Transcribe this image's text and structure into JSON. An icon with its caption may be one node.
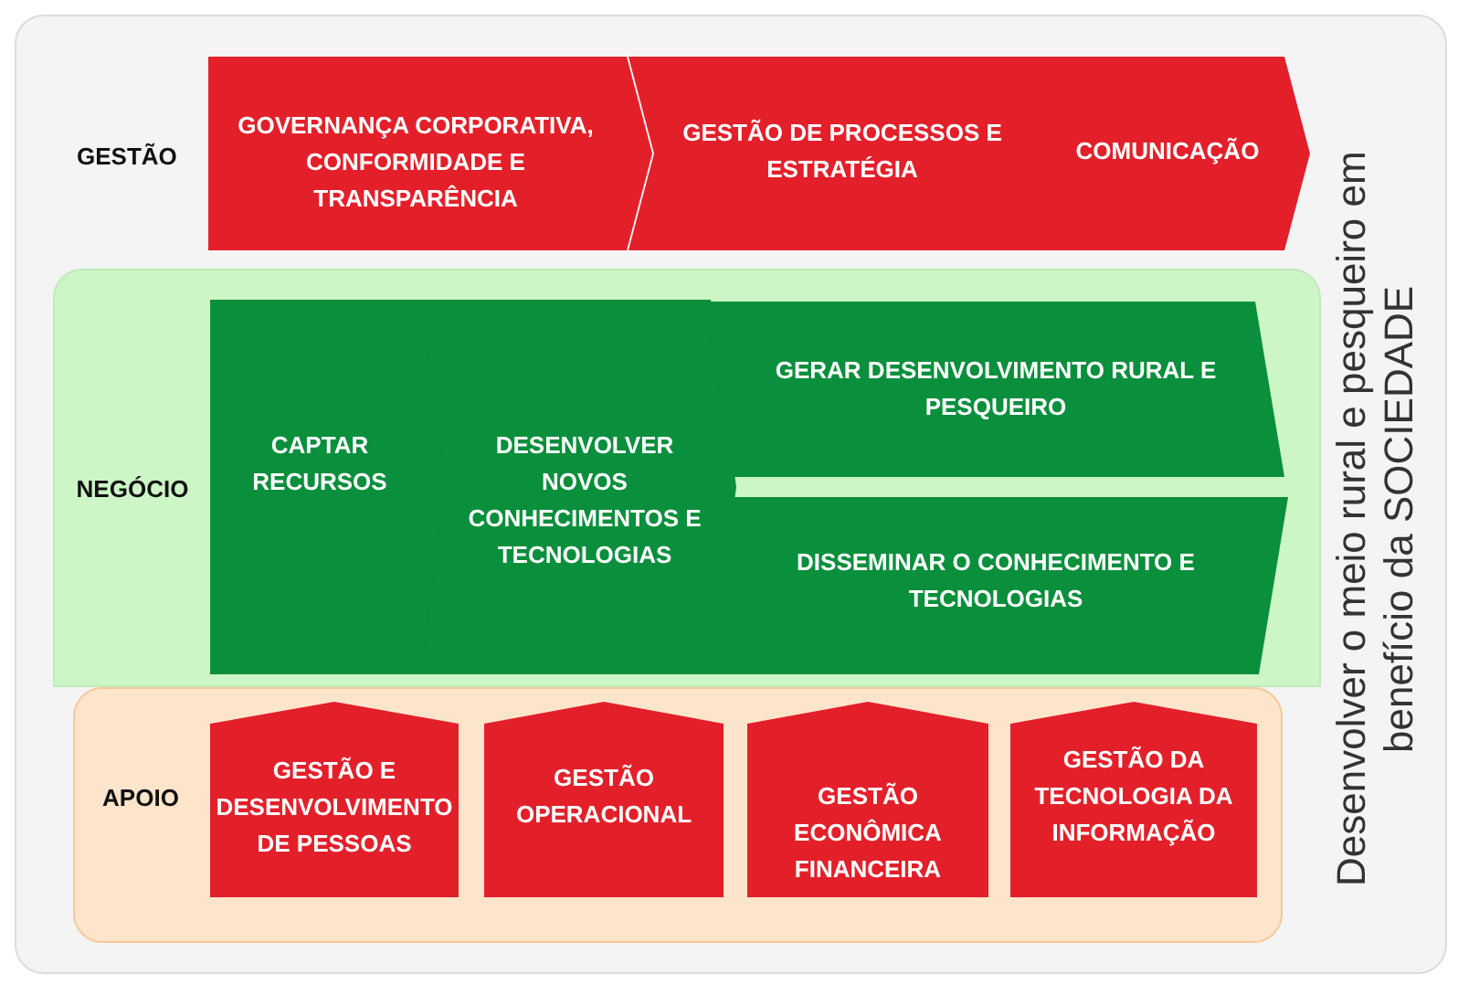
{
  "diagram": {
    "nodes": [
      {
        "text": [
          "Desenvolver o meio rural e pesqueiro em benefício da SOCIEDADE"
        ]
      },
      {
        "text": [
          "GOVERNANÇA CORPORATIVA, CONFORMIDADE E TRANSPARÊNCIA"
        ],
        "in": 0
      },
      {
        "text": [
          "GESTÃO DE PROCESSOS E ESTRATÉGIA"
        ],
        "in": 0
      },
      {
        "text": [
          "COMUNICAÇÃO"
        ],
        "in": 0
      },
      {
        "text": [
          "NEGÓCIO"
        ],
        "in": 0
      },
      {
        "text": [
          "CAPTAR RECURSOS"
        ],
        "in": 4
      },
      {
        "text": [
          "DESENVOLVER NOVOS CONHECIMENTOS E TECNOLOGIAS"
        ],
        "in": 4
      },
      {
        "text": [
          "GERAR DESENVOLVIMENTO RURAL E PESQUEIRO"
        ],
        "in": 4
      },
      {
        "text": [
          "DISSEMINAR O CONHECIMENTO E TECNOLOGIAS"
        ],
        "in": 4
      },
      {
        "text": [
          "APOIO"
        ],
        "in": 0
      },
      {
        "text": [
          "GESTÃO E DESENVOLVIMENTO DE PESSOAS"
        ],
        "in": 9
      },
      {
        "text": [
          "GESTÃO OPERACIONAL"
        ],
        "in": 9
      },
      {
        "text": [
          "GESTÃO ECONÔMICA FINANCEIRA"
        ],
        "in": 9
      },
      {
        "text": [
          "GESTÃO DA TECNOLOGIA DA INFORMAÇÃO"
        ],
        "in": 9
      }
    ],
    "labels": [
      "GESTÃO"
    ]
  }
}
